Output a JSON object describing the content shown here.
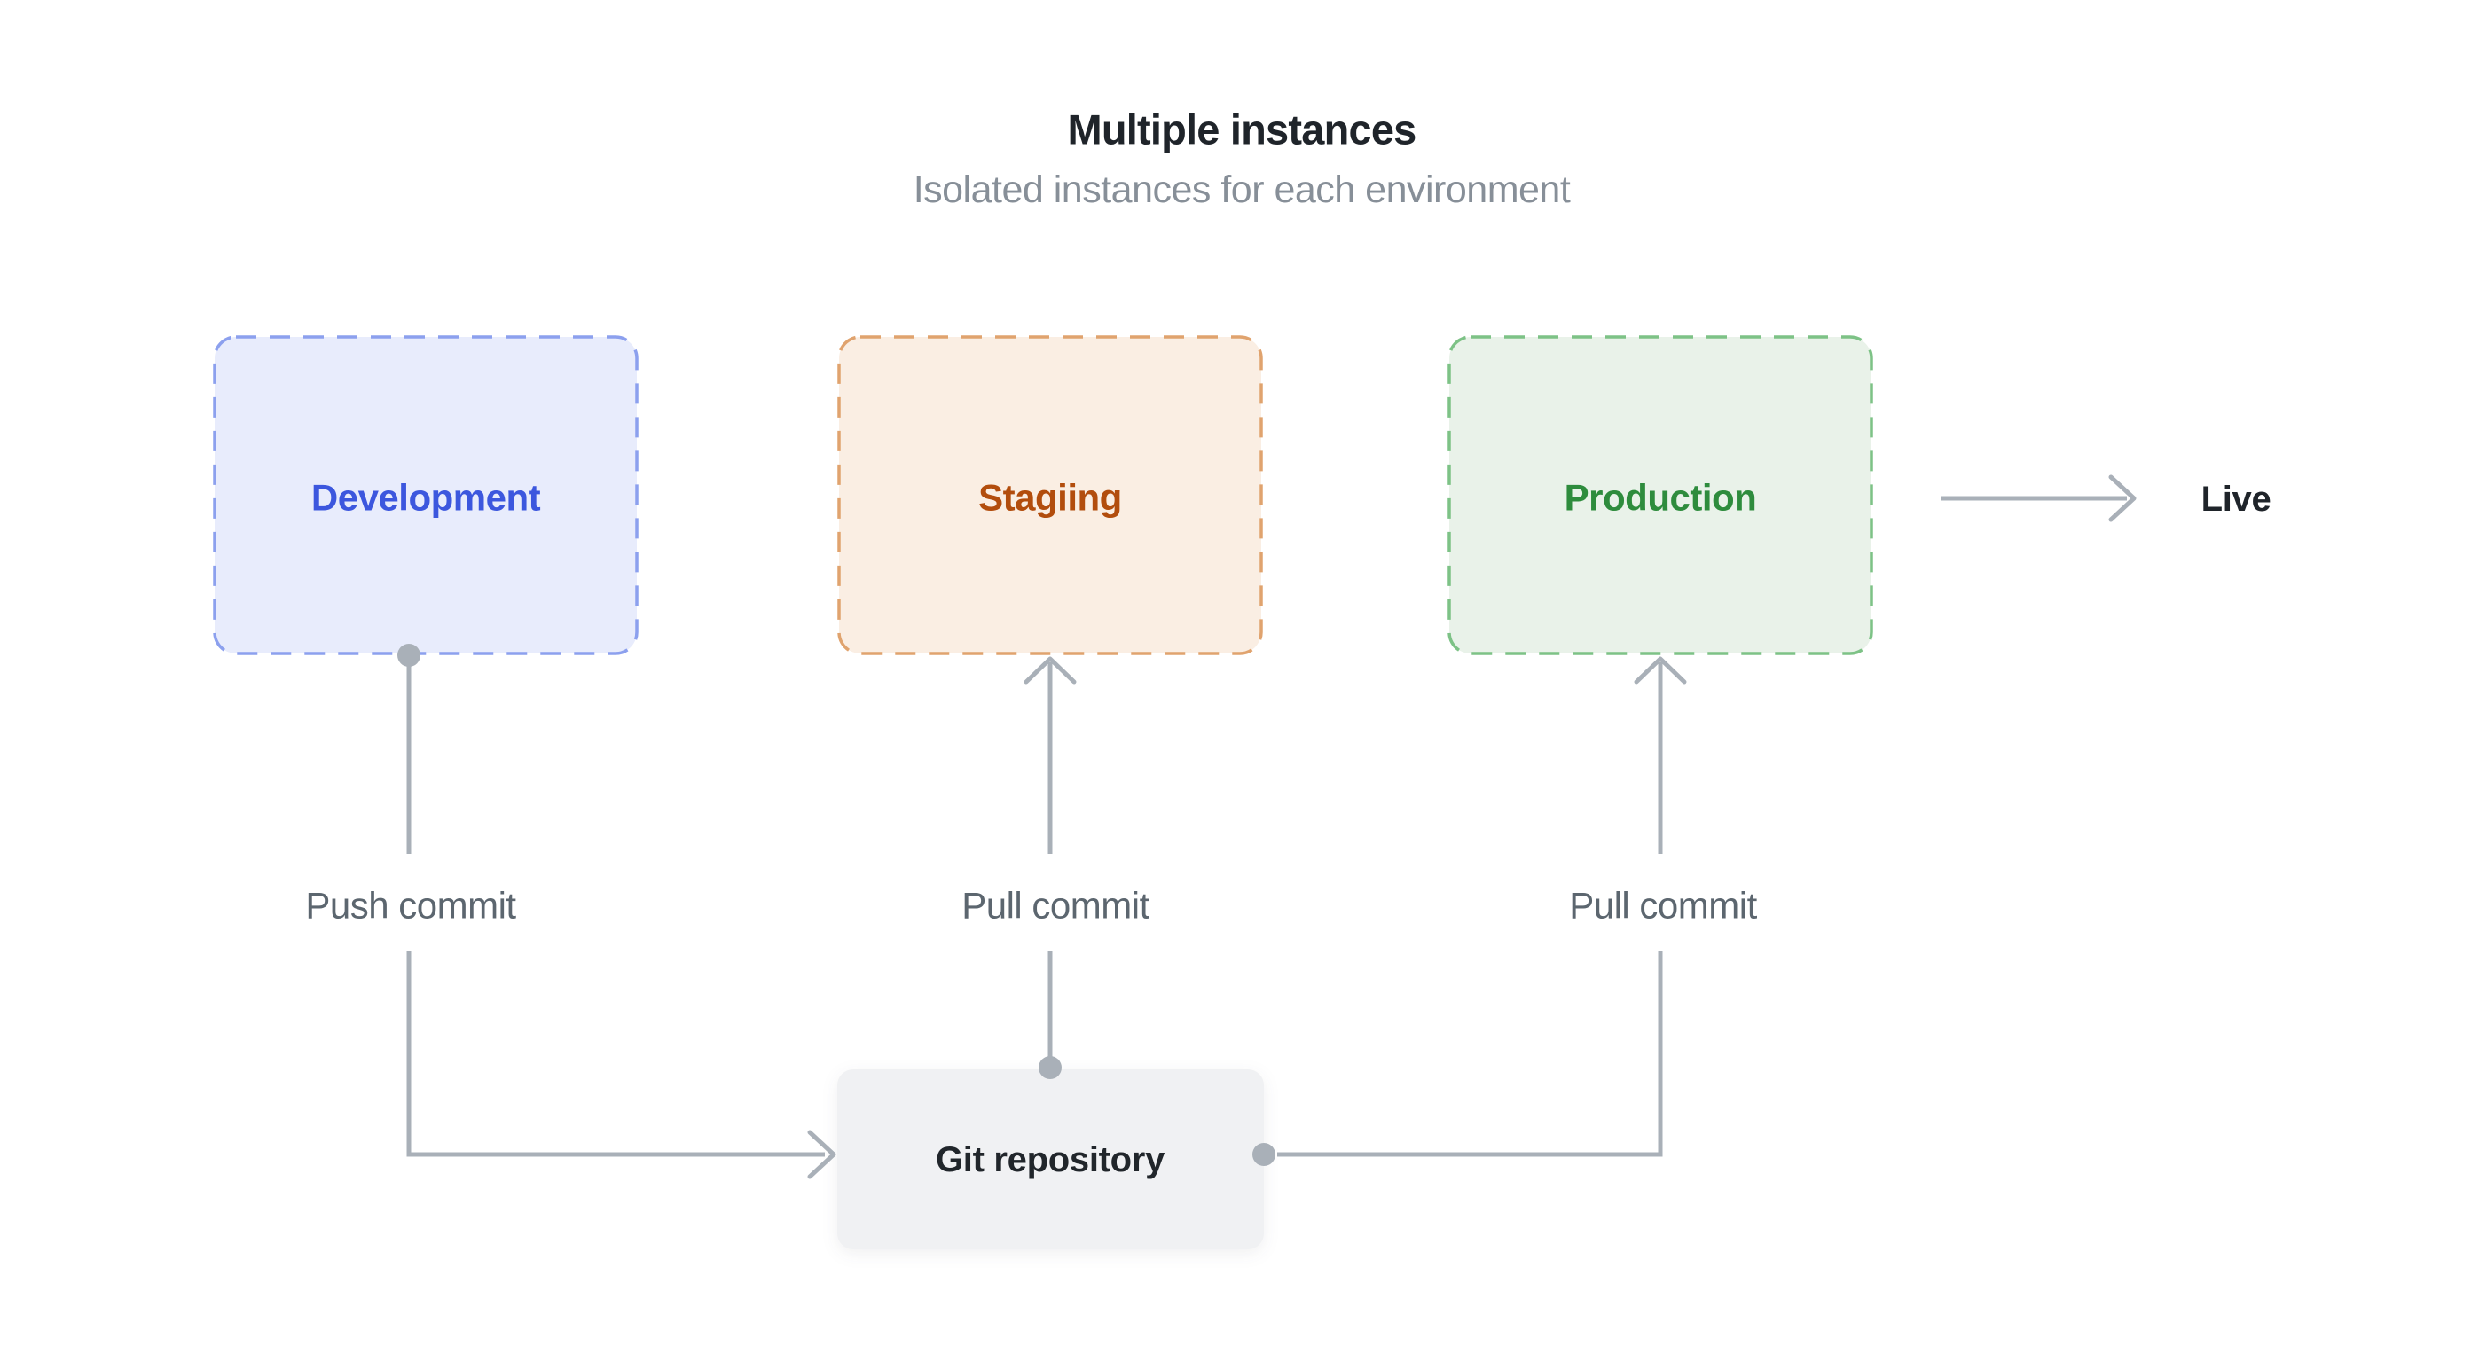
{
  "header": {
    "title": "Multiple instances",
    "subtitle": "Isolated instances for each environment"
  },
  "nodes": {
    "development": {
      "label": "Development",
      "text_color": "#3C57DE",
      "fill": "#E8ECFC",
      "border": "#8CA0EE"
    },
    "staging": {
      "label": "Stagiing",
      "text_color": "#B24D0D",
      "fill": "#FAEEE3",
      "border": "#E0A36E"
    },
    "production": {
      "label": "Production",
      "text_color": "#2E8C3D",
      "fill": "#E9F2E9",
      "border": "#7DC286"
    },
    "git_repository": {
      "label": "Git repository",
      "text_color": "#21262B",
      "fill": "#F0F1F3"
    }
  },
  "edges": {
    "push_commit": {
      "label": "Push commit"
    },
    "pull_commit_staging": {
      "label": "Pull commit"
    },
    "pull_commit_production": {
      "label": "Pull commit"
    },
    "live": {
      "label": "Live"
    }
  },
  "colors": {
    "background": "#FFFFFF",
    "connector": "#A9B0B8",
    "edge_label": "#5C666F",
    "title": "#1F242A",
    "subtitle": "#878F98",
    "live_text": "#1F242A"
  }
}
